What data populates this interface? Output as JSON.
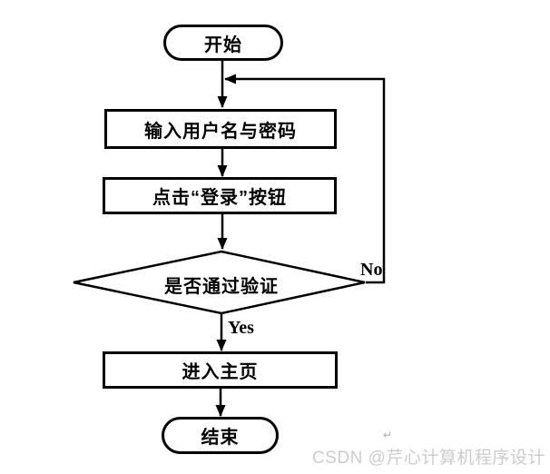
{
  "flowchart": {
    "stroke_color": "#000000",
    "fill_color": "#ffffff",
    "nodes": {
      "start": {
        "type": "terminator",
        "label": "开始"
      },
      "input": {
        "type": "process",
        "label": "输入用户名与密码"
      },
      "click": {
        "type": "process",
        "label": "点击“登录”按钮"
      },
      "verify": {
        "type": "decision",
        "label": "是否通过验证"
      },
      "home": {
        "type": "process",
        "label": "进入主页"
      },
      "end": {
        "type": "terminator",
        "label": "结束"
      }
    },
    "edges": {
      "yes_label": "Yes",
      "no_label": "No"
    }
  },
  "watermark": {
    "text": "CSDN @芹心计算机程序设计",
    "color": "#cccccc",
    "return_mark": "↵"
  }
}
